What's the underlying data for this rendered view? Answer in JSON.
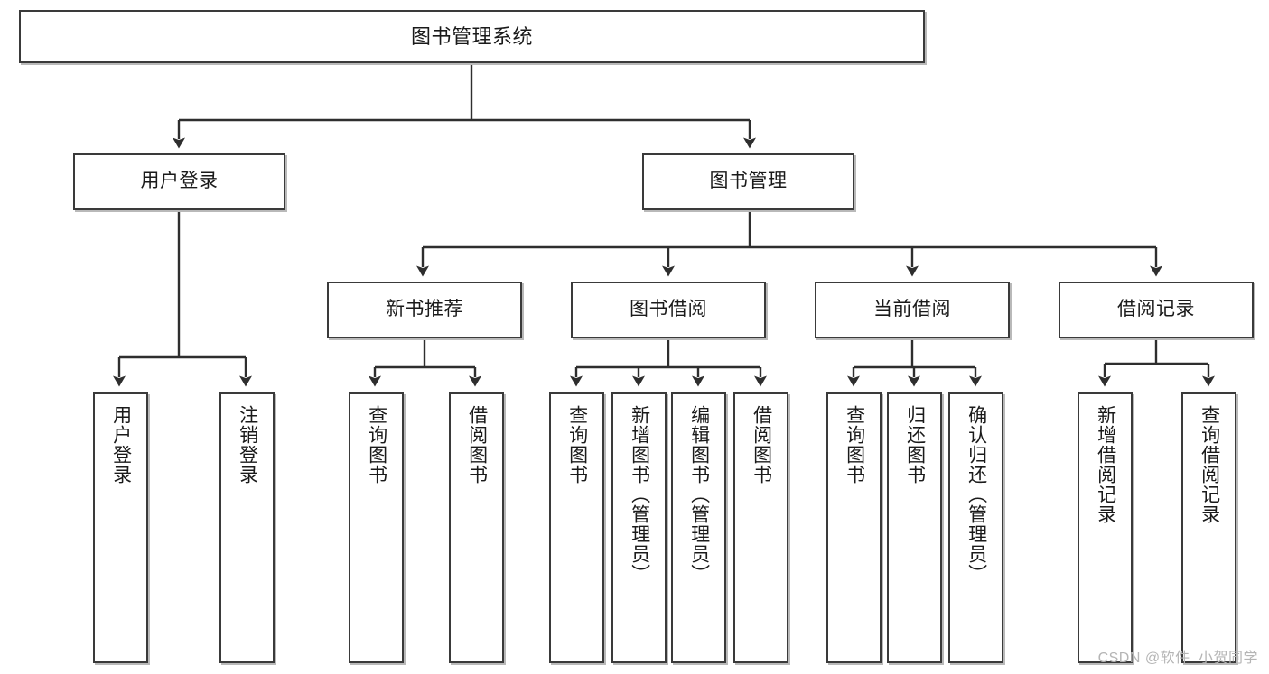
{
  "diagram": {
    "title": "图书管理系统",
    "type": "hierarchy-tree",
    "watermark": "CSDN @软件_小贺同学",
    "colors": {
      "background": "#ffffff",
      "box_border": "#3a3a3a",
      "box_fill": "#ffffff",
      "connector": "#2e2e2e",
      "watermark": "#b5b5b5"
    }
  },
  "nodes": {
    "root": {
      "label": "图书管理系统"
    },
    "level2": [
      {
        "label": "用户登录"
      },
      {
        "label": "图书管理"
      }
    ],
    "level3": [
      {
        "label": "新书推荐"
      },
      {
        "label": "图书借阅"
      },
      {
        "label": "当前借阅"
      },
      {
        "label": "借阅记录"
      }
    ],
    "leaves": {
      "user_login": [
        {
          "label": "用户登录"
        },
        {
          "label": "注销登录"
        }
      ],
      "new_book_recommend": [
        {
          "label": "查询图书"
        },
        {
          "label": "借阅图书"
        }
      ],
      "book_borrow": [
        {
          "label": "查询图书"
        },
        {
          "label": "新增图书（管理员）"
        },
        {
          "label": "编辑图书（管理员）"
        },
        {
          "label": "借阅图书"
        }
      ],
      "current_borrow": [
        {
          "label": "查询图书"
        },
        {
          "label": "归还图书"
        },
        {
          "label": "确认归还（管理员）"
        }
      ],
      "borrow_record": [
        {
          "label": "新增借阅记录"
        },
        {
          "label": "查询借阅记录"
        }
      ]
    }
  }
}
